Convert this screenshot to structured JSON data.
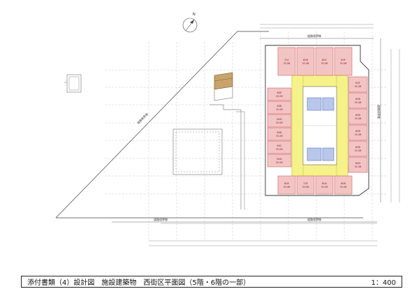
{
  "title_block": {
    "title": "添付書類（4）設計図　施設建築物　西街区平面図（5階・6階の一部）",
    "scale": "1：400"
  },
  "labels": {
    "north": "N",
    "road_boundary": "道路境界線"
  },
  "colors": {
    "unit_fill": "#f3c4c4",
    "unit_stroke": "#c94a4a",
    "corridor_fill": "#f5f28a",
    "core_fill": "#b9c8ea",
    "core_stroke": "#3d5fb0",
    "tan_fill": "#c9a46a",
    "line": "#555555"
  },
  "units": {
    "top": [
      {
        "id": "70C",
        "area": "35.0M"
      },
      {
        "id": "60B",
        "area": "35.0M"
      },
      {
        "id": "60C",
        "area": "35.0M"
      },
      {
        "id": "60F",
        "area": "35.0M"
      }
    ],
    "left": [
      {
        "id": "60E",
        "area": "45.0M"
      },
      {
        "id": "60B",
        "area": "35.0M"
      },
      {
        "id": "60D",
        "area": "35.0M"
      },
      {
        "id": "60B",
        "area": "35.0M"
      },
      {
        "id": "60C",
        "area": "35.0M"
      },
      {
        "id": "60D",
        "area": "35.0M"
      }
    ],
    "right": [
      {
        "id": "60F",
        "area": "35.0M"
      },
      {
        "id": "60B",
        "area": "35.0M"
      },
      {
        "id": "60B",
        "area": "35.0M"
      },
      {
        "id": "60B",
        "area": "35.0M"
      },
      {
        "id": "60B",
        "area": "35.0M"
      },
      {
        "id": "60D",
        "area": "35.0M"
      }
    ],
    "bottom": [
      {
        "id": "60E",
        "area": "35.0M"
      },
      {
        "id": "70F",
        "area": "35.0M"
      },
      {
        "id": "60A",
        "area": "35.0M"
      },
      {
        "id": "60B",
        "area": "35.0M"
      }
    ]
  }
}
